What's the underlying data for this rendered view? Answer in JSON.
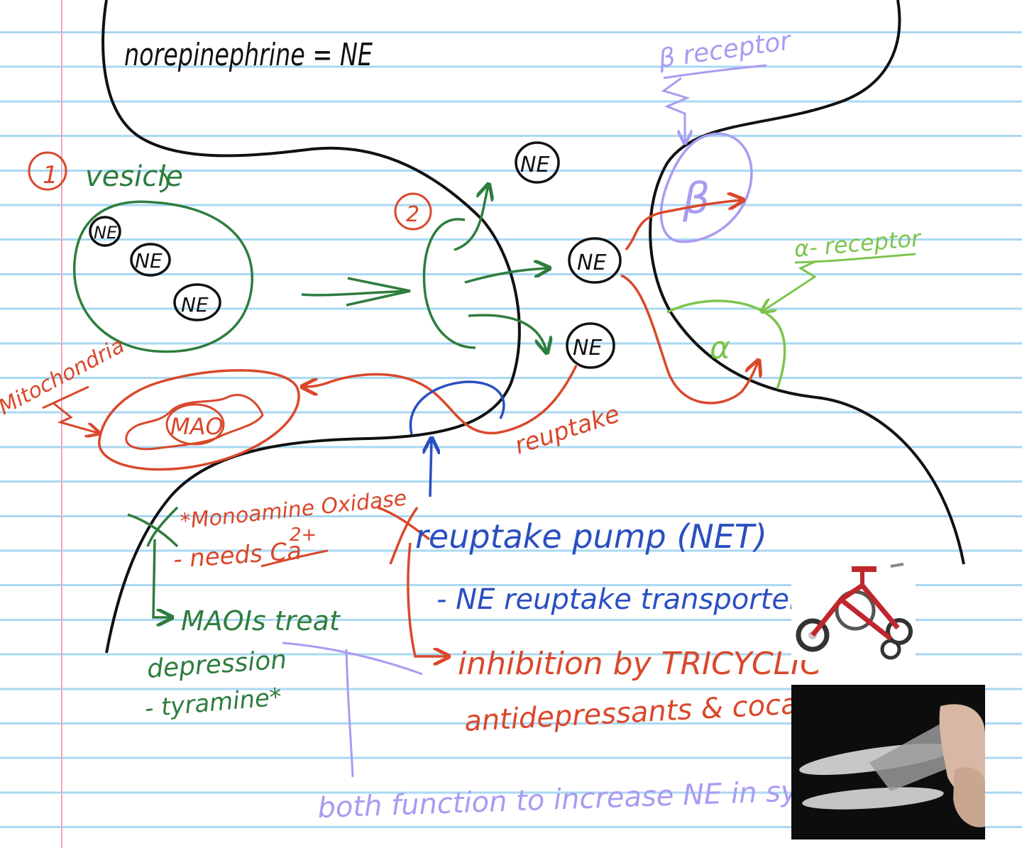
{
  "title": "norepinephrine = NE",
  "labels": {
    "step1": "1",
    "step2": "2",
    "vesicle": "vesicle",
    "ne": "NE",
    "mitochondria": "Mitochondria",
    "mao": "MAO",
    "reuptake": "reuptake",
    "beta_receptor": "β receptor",
    "beta": "β",
    "alpha_receptor": "α- receptor",
    "alpha": "α",
    "monoamine": "*Monoamine Oxidase",
    "needs_ca": "- needs Ca",
    "ca_charge": "2+",
    "maois": "MAOIs treat",
    "depression": "depression",
    "tyramine": "- tyramine*",
    "reuptake_pump": "reuptake pump (NET)",
    "ne_transporter": "- NE reuptake transporter",
    "inhibition": "inhibition by TRICYCLIC",
    "antidepressants": "antidepressants & cocaine.",
    "both_function": "both function to increase NE in synapse."
  },
  "colors": {
    "ink_black": "#111111",
    "ink_green": "#2e7d3e",
    "ink_red": "#d9482b",
    "ink_blue": "#2a4fc0",
    "ink_purple": "#a99bf2",
    "ink_lightgreen": "#7cc44c",
    "ink_darkred": "#c23a36",
    "line_blue": "#a9d8f3",
    "margin_pink": "#f4a7b4"
  },
  "images": [
    "tricycle-photo",
    "cocaine-photo"
  ]
}
